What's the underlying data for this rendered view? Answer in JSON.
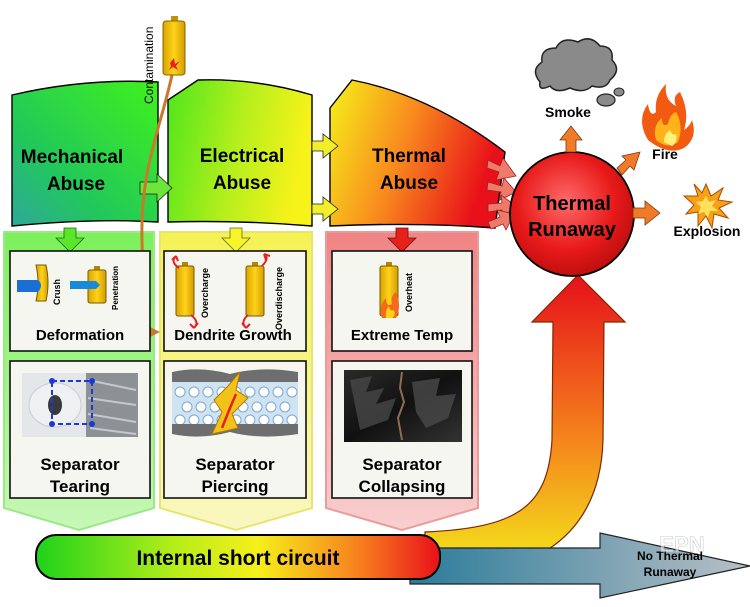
{
  "abuse": {
    "mechanical": {
      "line1": "Mechanical",
      "line2": "Abuse"
    },
    "electrical": {
      "line1": "Electrical",
      "line2": "Abuse"
    },
    "thermal": {
      "line1": "Thermal",
      "line2": "Abuse"
    }
  },
  "contamination": "Contamination",
  "runaway": {
    "line1": "Thermal",
    "line2": "Runaway"
  },
  "outcomes": {
    "smoke": "Smoke",
    "fire": "Fire",
    "explosion": "Explosion"
  },
  "mechanical_panel": {
    "crush": "Crush",
    "penetration": "Penetration",
    "effect": "Deformation",
    "result_line1": "Separator",
    "result_line2": "Tearing"
  },
  "electrical_panel": {
    "overcharge": "Overcharge",
    "overdischarge": "Overdischarge",
    "effect": "Dendrite Growth",
    "result_line1": "Separator",
    "result_line2": "Piercing"
  },
  "thermal_panel": {
    "overheat": "Overheat",
    "effect": "Extreme Temp",
    "result_line1": "Separator",
    "result_line2": "Collapsing"
  },
  "isc_label": "Internal short circuit",
  "no_runaway": {
    "line1": "No Thermal",
    "line2": "Runaway"
  },
  "watermark": "EPN",
  "colors": {
    "green": "#22d41a",
    "yellow": "#f7f41a",
    "orange": "#f9911f",
    "red": "#e8121a",
    "arrow_green": "#5ae62a",
    "arrow_yellow": "#f5f52a",
    "arrow_orange": "#f07a28"
  }
}
